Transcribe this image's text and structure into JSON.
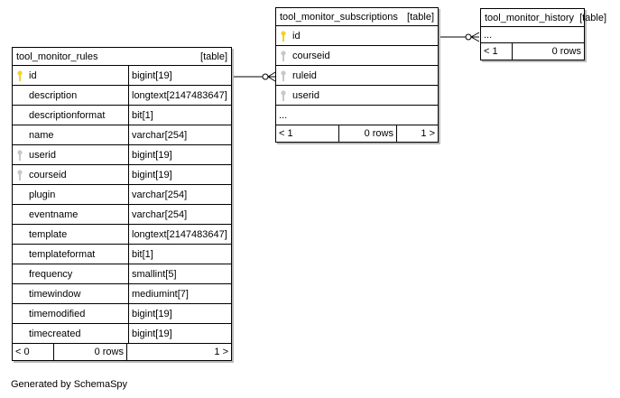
{
  "tables": {
    "rules": {
      "name": "tool_monitor_rules",
      "kind": "[table]",
      "columns": [
        {
          "name": "id",
          "type": "bigint[19]",
          "key": "primary"
        },
        {
          "name": "description",
          "type": "longtext[2147483647]",
          "key": "none"
        },
        {
          "name": "descriptionformat",
          "type": "bit[1]",
          "key": "none"
        },
        {
          "name": "name",
          "type": "varchar[254]",
          "key": "none"
        },
        {
          "name": "userid",
          "type": "bigint[19]",
          "key": "foreign"
        },
        {
          "name": "courseid",
          "type": "bigint[19]",
          "key": "foreign"
        },
        {
          "name": "plugin",
          "type": "varchar[254]",
          "key": "none"
        },
        {
          "name": "eventname",
          "type": "varchar[254]",
          "key": "none"
        },
        {
          "name": "template",
          "type": "longtext[2147483647]",
          "key": "none"
        },
        {
          "name": "templateformat",
          "type": "bit[1]",
          "key": "none"
        },
        {
          "name": "frequency",
          "type": "smallint[5]",
          "key": "none"
        },
        {
          "name": "timewindow",
          "type": "mediumint[7]",
          "key": "none"
        },
        {
          "name": "timemodified",
          "type": "bigint[19]",
          "key": "none"
        },
        {
          "name": "timecreated",
          "type": "bigint[19]",
          "key": "none"
        }
      ],
      "footer": {
        "parents": "< 0",
        "rows": "0 rows",
        "children": "1 >"
      }
    },
    "subscriptions": {
      "name": "tool_monitor_subscriptions",
      "kind": "[table]",
      "columns": [
        {
          "name": "id",
          "key": "primary"
        },
        {
          "name": "courseid",
          "key": "foreign"
        },
        {
          "name": "ruleid",
          "key": "foreign"
        },
        {
          "name": "userid",
          "key": "foreign"
        }
      ],
      "more": "...",
      "footer": {
        "parents": "< 1",
        "rows": "0 rows",
        "children": "1 >"
      }
    },
    "history": {
      "name": "tool_monitor_history",
      "kind": "[table]",
      "more": "...",
      "footer": {
        "parents": "< 1",
        "rows": "0 rows"
      }
    }
  },
  "generated_by": "Generated by SchemaSpy",
  "colors": {
    "primary_key": "#f2d22e",
    "foreign_key": "#c8c8c8"
  }
}
